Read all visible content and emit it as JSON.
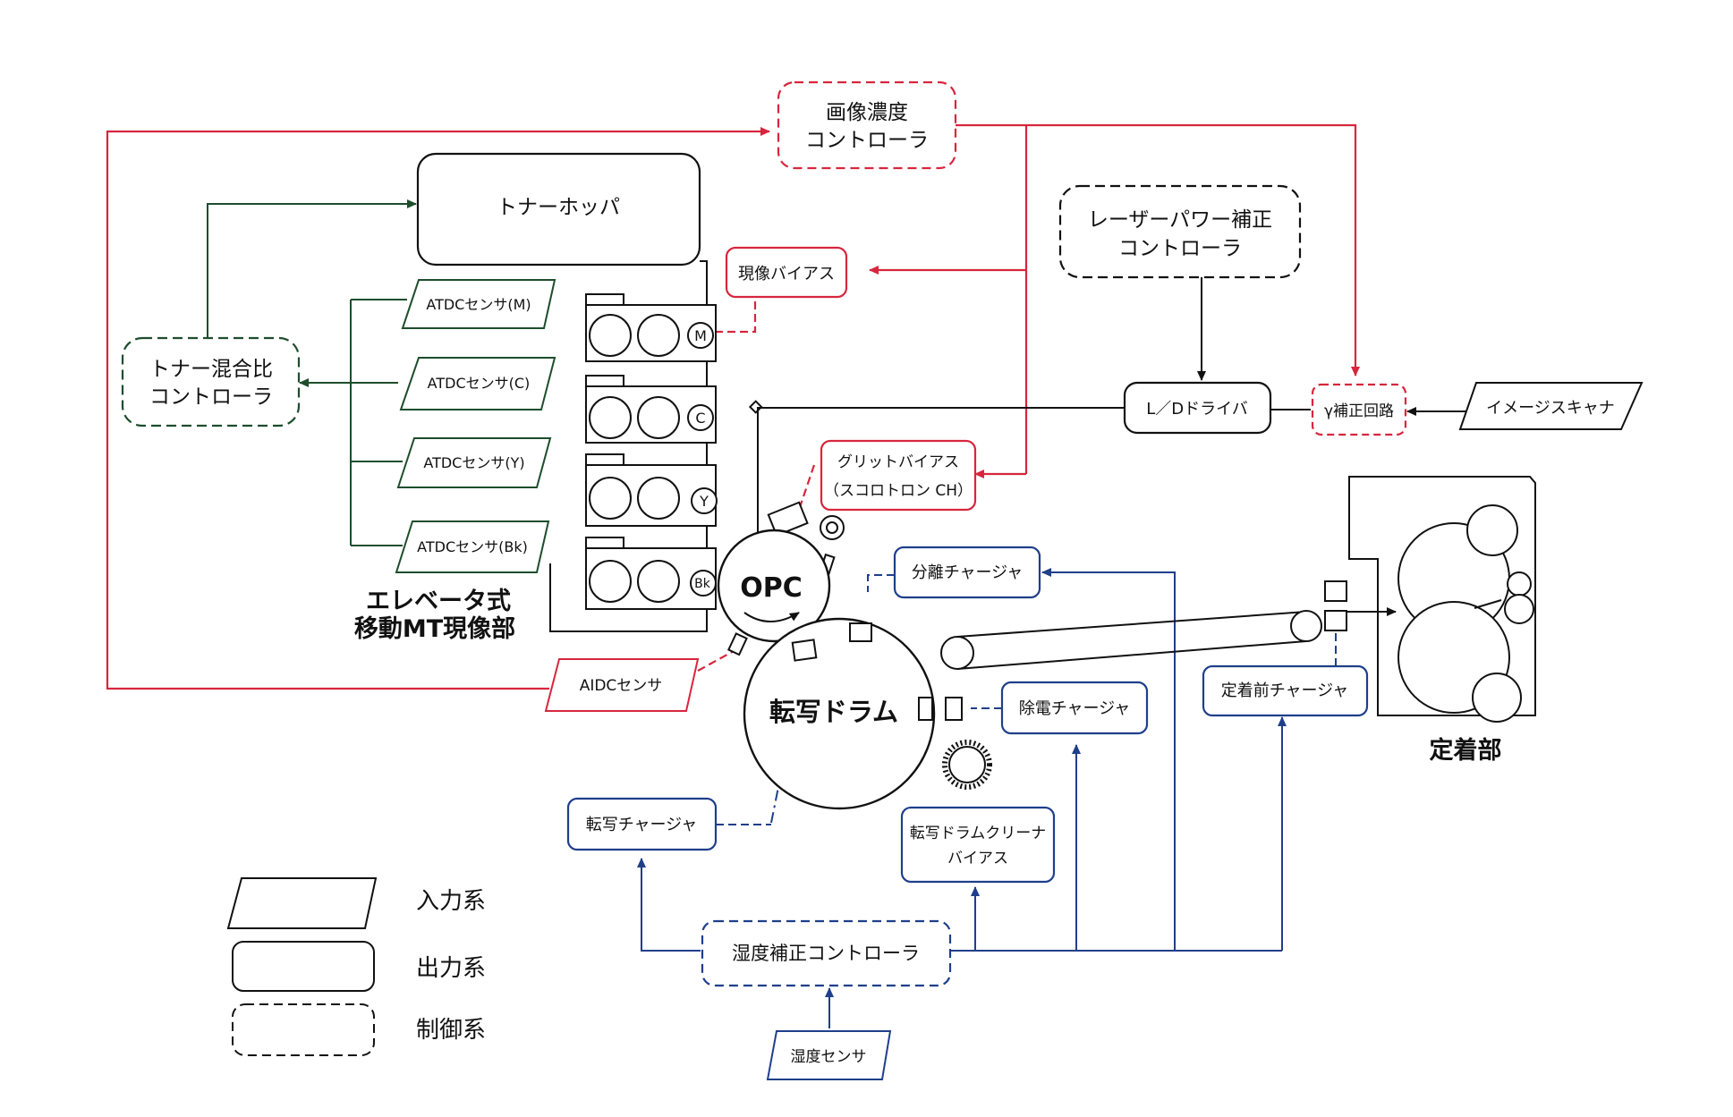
{
  "colors": {
    "black": "#111111",
    "red": "#d7263d",
    "green": "#1d4d2c",
    "blue": "#1f3f8a"
  },
  "labels": {
    "image_density_controller": [
      "画像濃度",
      "コントローラ"
    ],
    "toner_hopper": "トナーホッパ",
    "laser_power_controller": [
      "レーザーパワー補正",
      "コントローラ"
    ],
    "dev_bias": "現像バイアス",
    "atdc_m": "ATDCセンサ(M)",
    "atdc_c": "ATDCセンサ(C)",
    "atdc_y": "ATDCセンサ(Y)",
    "atdc_bk": "ATDCセンサ(Bk)",
    "toner_mix_controller": [
      "トナー混合比",
      "コントローラ"
    ],
    "ld_driver": "L／Dドライバ",
    "gamma_circuit": "γ補正回路",
    "image_scanner": "イメージスキャナ",
    "grid_bias": [
      "グリットバイアス",
      "（スコロトロン CH）"
    ],
    "unit_title": [
      "エレベータ式",
      "移動MT現像部"
    ],
    "opc": "OPC",
    "sep_charger": "分離チャージャ",
    "aidc_sensor": "AIDCセンサ",
    "transfer_drum": "転写ドラム",
    "discharge_charger": "除電チャージャ",
    "prefix_charger": "定着前チャージャ",
    "fixing_unit": "定着部",
    "transfer_charger": "転写チャージャ",
    "drum_cleaner_bias": [
      "転写ドラムクリーナ",
      "バイアス"
    ],
    "humidity_controller": "湿度補正コントローラ",
    "humidity_sensor": "湿度センサ",
    "unit_letters": {
      "m": "M",
      "c": "C",
      "y": "Y",
      "bk": "Bk"
    }
  },
  "legend": {
    "input": "入力系",
    "output": "出力系",
    "control": "制御系"
  }
}
